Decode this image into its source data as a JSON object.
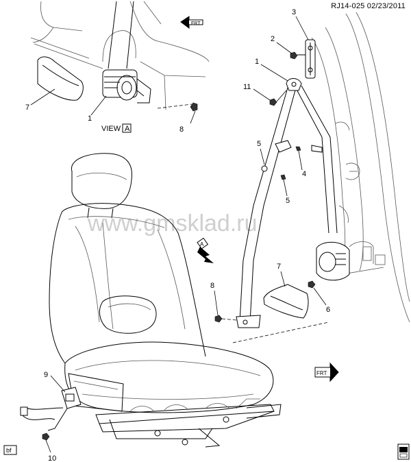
{
  "header": {
    "ref": "RJ14-025  02/23/2011"
  },
  "watermark": "www.gmsklad.ru",
  "view_label": "VIEW",
  "view_letter": "A",
  "arrow_letter": "A",
  "direction": "FRT",
  "badge": "bf",
  "callouts": {
    "c1_view": "1",
    "c7_view": "7",
    "c8_view": "8",
    "c3": "3",
    "c2": "2",
    "c1": "1",
    "c11": "11",
    "c5a": "5",
    "c4": "4",
    "c5b": "5",
    "c7": "7",
    "c8": "8",
    "c6": "6",
    "c9": "9",
    "c10": "10"
  },
  "icons": [
    "frt-arrow-icon",
    "view-arrow-icon",
    "book-icon"
  ]
}
